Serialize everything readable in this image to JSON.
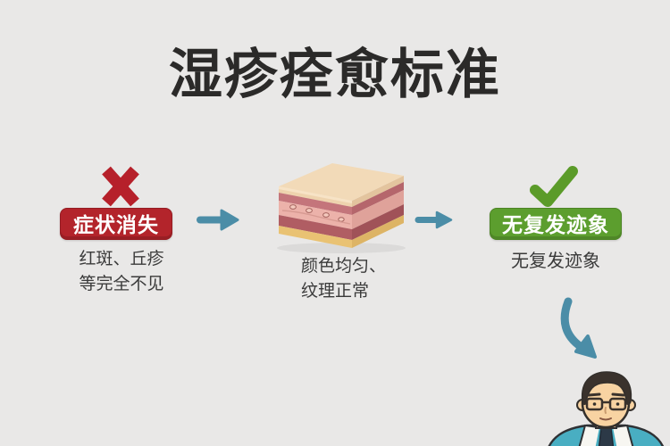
{
  "title": "湿疹痊愈标准",
  "steps": [
    {
      "icon": "cross-icon",
      "badge": "症状消失",
      "badge_color": "#b3242b",
      "caption_lines": [
        "红斑、丘疹",
        "等完全不见"
      ]
    },
    {
      "icon": "skin-block-illustration",
      "caption_lines": [
        "颜色均匀、",
        "纹理正常"
      ]
    },
    {
      "icon": "check-icon",
      "badge": "无复发迹象",
      "badge_color": "#5c9e2e",
      "caption": "无复发迹象"
    }
  ],
  "icons": {
    "cross": "✖",
    "check": "✔",
    "arrow_right": "→",
    "arrow_down_curved": "↘",
    "doctor": "doctor-illustration"
  },
  "colors": {
    "background": "#e9e8e7",
    "title_text": "#2b2a29",
    "body_text": "#3a3a3a",
    "red_accent": "#b3242b",
    "green_accent": "#5c9e2e",
    "teal_arrow": "#4b8da7",
    "skin_epidermis": "#eed3ae",
    "skin_upper_dermis": "#c4757b",
    "skin_dermis": "#ecb2aa",
    "skin_lower_dermis": "#b05d63",
    "skin_fat": "#e9c273",
    "doctor_coat": "#49aec2",
    "doctor_tie": "#2c3947"
  }
}
